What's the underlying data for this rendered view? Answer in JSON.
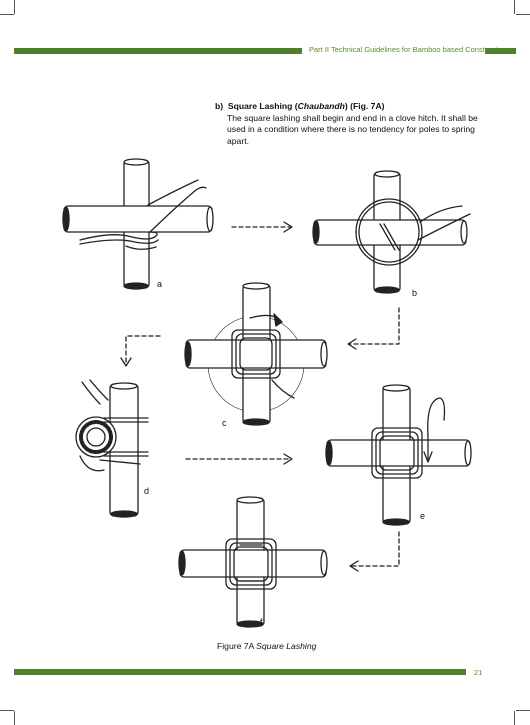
{
  "header": {
    "running_title": "Part II Technical Guidelines for Bamboo based Construction",
    "rule_color": "#4f7f2a"
  },
  "section": {
    "marker": "b)",
    "title": "Square Lashing (",
    "title_italic": "Chaubandh",
    "title_end": ") (Fig. 7A)",
    "body": "The square lashing shall begin and end in a clove hitch. It shall be used in a condition where there is no tendency for poles to spring apart."
  },
  "figure": {
    "step_labels": [
      "a",
      "b",
      "c",
      "d",
      "e",
      "f"
    ],
    "caption_prefix": "Figure 7A ",
    "caption_italic": "Square Lashing"
  },
  "footer": {
    "page_number": "21"
  }
}
